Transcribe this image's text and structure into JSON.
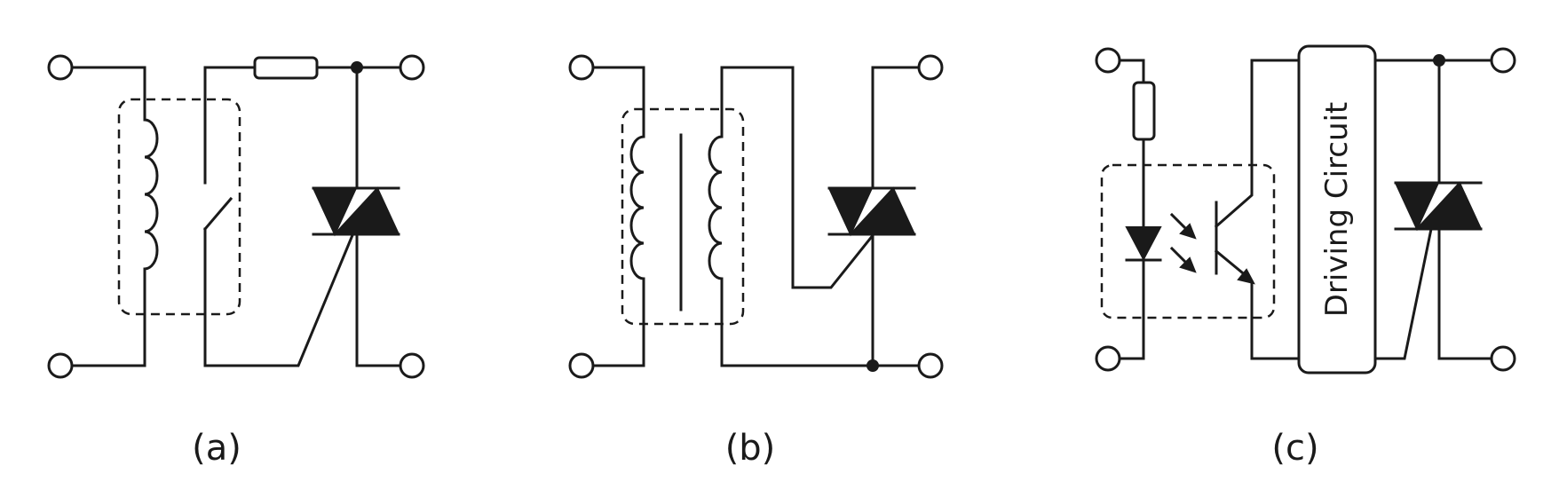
{
  "panels": [
    {
      "id": "a",
      "caption": "(a)"
    },
    {
      "id": "b",
      "caption": "(b)"
    },
    {
      "id": "c",
      "caption": "(c)",
      "block_label": "Driving Circuit"
    }
  ]
}
